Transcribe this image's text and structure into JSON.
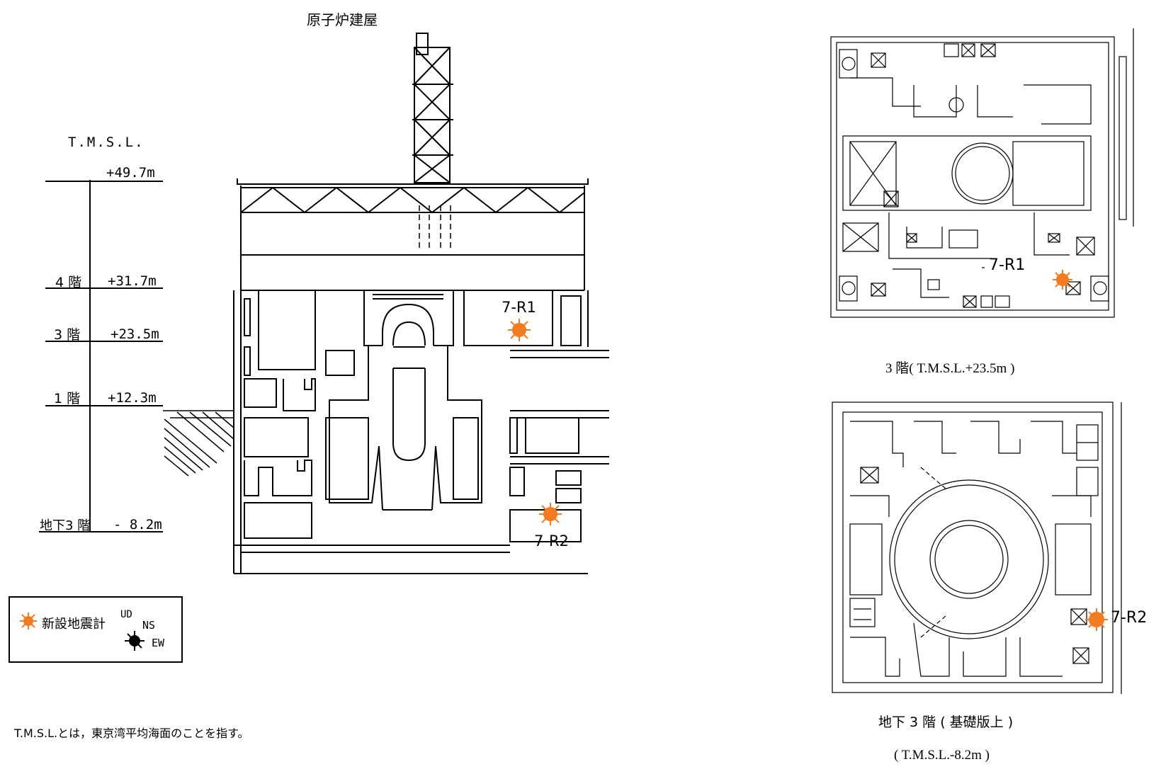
{
  "building_title": "原子炉建屋",
  "tmsl_label": "T.M.S.L.",
  "levels": [
    {
      "floor": "",
      "elevation": "+49.7m"
    },
    {
      "floor": "4 階",
      "elevation": "+31.7m"
    },
    {
      "floor": "3 階",
      "elevation": "+23.5m"
    },
    {
      "floor": "1 階",
      "elevation": "+12.3m"
    },
    {
      "floor": "地下3 階",
      "elevation": "- 8.2m"
    }
  ],
  "sensors": {
    "r1": "7-R1",
    "r2": "7-R2"
  },
  "legend": {
    "label": "新設地震計",
    "ud": "UD",
    "ns": "NS",
    "ew": "EW"
  },
  "footnote": "T.M.S.L.とは，東京湾平均海面のことを指す。",
  "plan_3f": {
    "caption": "3 階( T.M.S.L.+23.5m )",
    "sensor": "7-R1"
  },
  "plan_b3": {
    "caption_line1": "地下 3 階 ( 基礎版上 )",
    "caption_line2": "( T.M.S.L.-8.2m )",
    "sensor": "7-R2"
  },
  "colors": {
    "sensor": "#f47b20",
    "line": "#000000"
  }
}
